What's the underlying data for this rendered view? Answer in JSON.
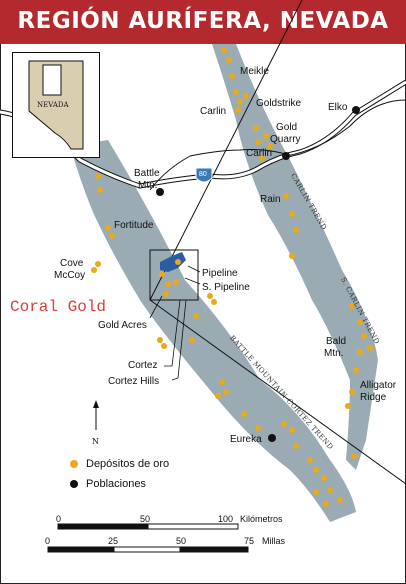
{
  "title": "REGIÓN AURÍFERA, NEVADA",
  "inset_label": "NEVADA",
  "coral_label": "Coral Gold",
  "highway": "80",
  "colors": {
    "title_bg": "#b3292e",
    "trend_band": "#9aabb4",
    "deposit": "#e9a919",
    "town": "#111111",
    "coral": "#e23b3b",
    "nevada_fill": "#d9ceb0",
    "highway_shield": "#3a78b8"
  },
  "places": {
    "meikle": "Meikle",
    "carlin_north": "Carlin",
    "goldstrike": "Goldstrike",
    "elko": "Elko",
    "gold_quarry_1": "Gold",
    "gold_quarry_2": "Quarry",
    "carlin_town": "Carlin",
    "battle_mtn_1": "Battle",
    "battle_mtn_2": "Mtn.",
    "rain": "Rain",
    "fortitude": "Fortitude",
    "cove_1": "Cove",
    "cove_2": "McCoy",
    "pipeline": "Pipeline",
    "s_pipeline": "S. Pipeline",
    "gold_acres": "Gold Acres",
    "cortez": "Cortez",
    "cortez_hills": "Cortez Hills",
    "bald_1": "Bald",
    "bald_2": "Mtn.",
    "alligator_1": "Alligator",
    "alligator_2": "Ridge",
    "eureka": "Eureka"
  },
  "trends": {
    "carlin": "CARLIN TREND",
    "s_carlin": "S. CARLIN TREND",
    "battle_cortez": "BATTLE MOUNTAIN-CORTEZ TREND"
  },
  "north": "N",
  "legend": {
    "deposits": "Depósitos de oro",
    "towns": "Poblaciones"
  },
  "scale": {
    "km_ticks": [
      "0",
      "50",
      "100"
    ],
    "km_unit": "Kilómetros",
    "mi_ticks": [
      "0",
      "25",
      "50",
      "75"
    ],
    "mi_unit": "Millas"
  }
}
